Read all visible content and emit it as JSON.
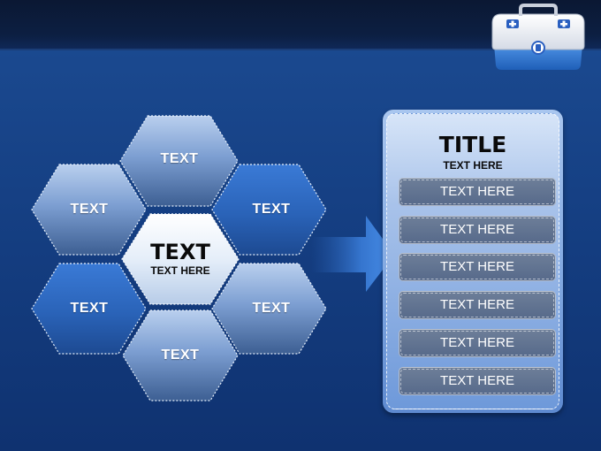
{
  "hexagons": {
    "top": "TEXT",
    "upper_left": "TEXT",
    "upper_right": "TEXT",
    "center_title": "TEXT",
    "center_sub": "TEXT HERE",
    "lower_left": "TEXT",
    "lower_right": "TEXT",
    "bottom": "TEXT"
  },
  "panel": {
    "title": "TITLE",
    "subtitle": "TEXT HERE",
    "items": [
      "TEXT HERE",
      "TEXT HERE",
      "TEXT HERE",
      "TEXT HERE",
      "TEXT HERE",
      "TEXT HERE"
    ]
  },
  "colors": {
    "background": "#1a4a90",
    "top_band": "#0b1833",
    "hex_dark": "#2a5fb0",
    "hex_light": "#a9c4ea",
    "row_fill": "#5f7190"
  },
  "icons": {
    "toolbox": "toolbox-icon",
    "arrow": "right-arrow-icon"
  }
}
